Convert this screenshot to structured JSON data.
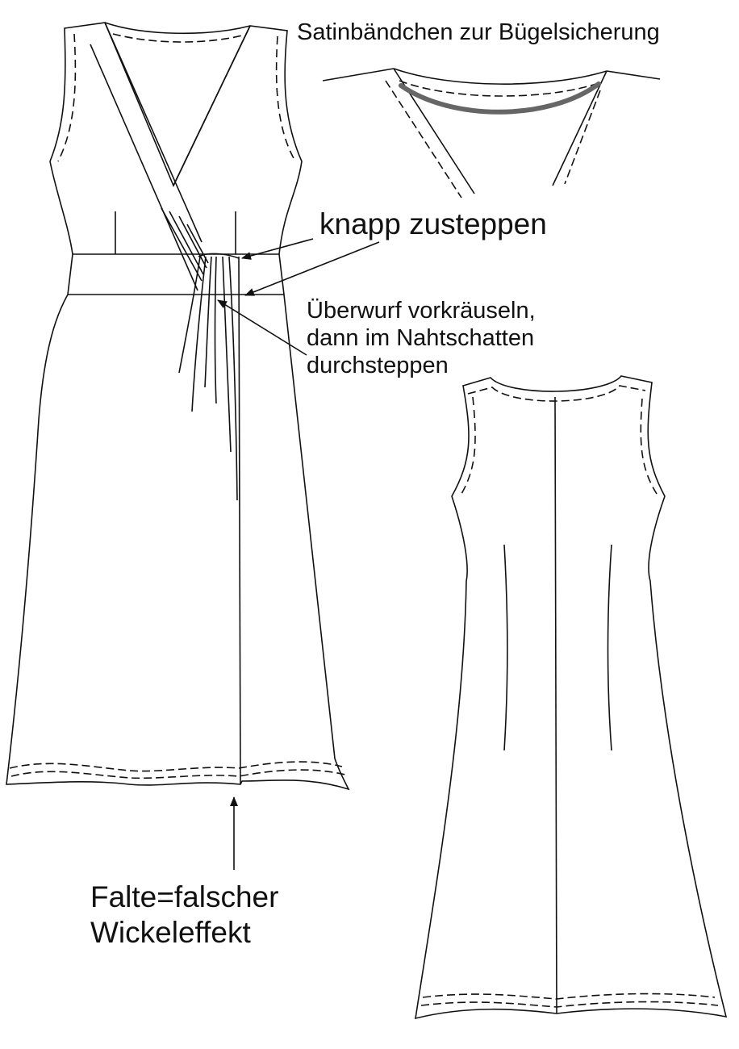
{
  "labels": {
    "satin": "Satinbändchen zur Bügelsicherung",
    "knapp": "knapp zusteppen",
    "ueberwurf": [
      "Überwurf vorkräuseln,",
      "dann im Nahtschatten",
      "durchsteppen"
    ],
    "falte": [
      "Falte=falscher",
      "Wickeleffekt"
    ]
  },
  "colors": {
    "ink": "#111111",
    "satin_ribbon": "#666666",
    "background": "#ffffff"
  }
}
